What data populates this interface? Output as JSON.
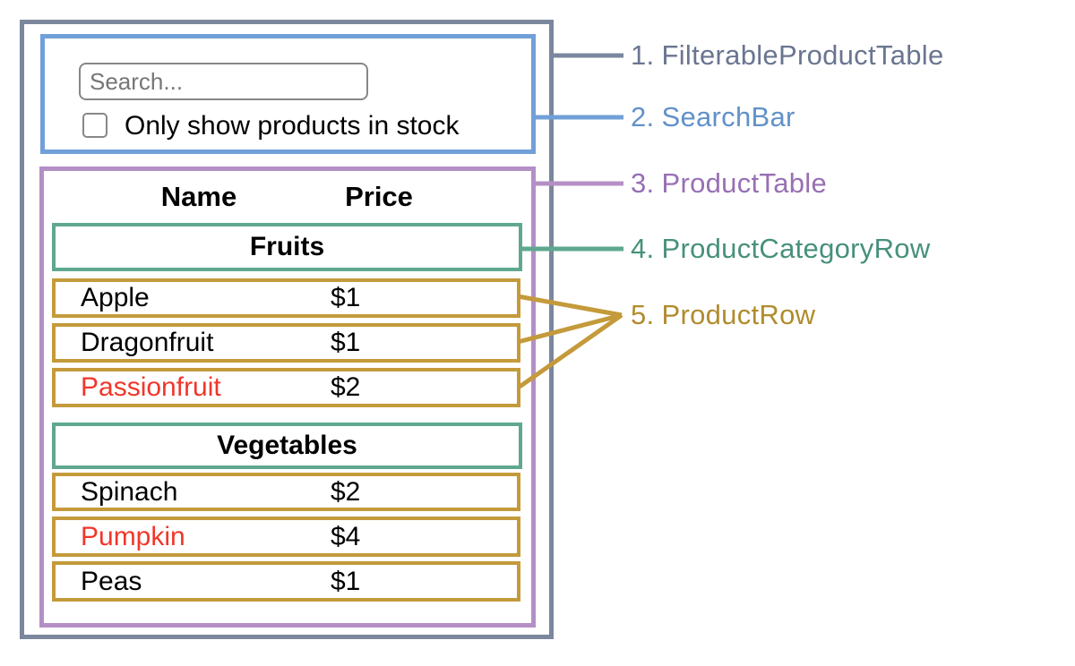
{
  "colors": {
    "outer_border": "#7b879d",
    "searchbar_border": "#71a0d8",
    "product_table_border": "#b48fc6",
    "category_row_border": "#5fa88f",
    "product_row_border": "#c49a3b",
    "out_of_stock_text": "#f1362a",
    "label_1": "#6a7590",
    "label_2": "#6191c9",
    "label_3": "#986fb4",
    "label_4": "#47907c",
    "label_5": "#b08c2d"
  },
  "search_bar": {
    "placeholder": "Search...",
    "checkbox_label": "Only show products in stock",
    "checkbox_checked": false
  },
  "table": {
    "headers": {
      "name": "Name",
      "price": "Price"
    },
    "sections": [
      {
        "category": "Fruits",
        "rows": [
          {
            "name": "Apple",
            "price": "$1",
            "out_of_stock": false
          },
          {
            "name": "Dragonfruit",
            "price": "$1",
            "out_of_stock": false
          },
          {
            "name": "Passionfruit",
            "price": "$2",
            "out_of_stock": true
          }
        ]
      },
      {
        "category": "Vegetables",
        "rows": [
          {
            "name": "Spinach",
            "price": "$2",
            "out_of_stock": false
          },
          {
            "name": "Pumpkin",
            "price": "$4",
            "out_of_stock": true
          },
          {
            "name": "Peas",
            "price": "$1",
            "out_of_stock": false
          }
        ]
      }
    ]
  },
  "annotations": [
    {
      "number": "1.",
      "label": "FilterableProductTable"
    },
    {
      "number": "2.",
      "label": "SearchBar"
    },
    {
      "number": "3.",
      "label": "ProductTable"
    },
    {
      "number": "4.",
      "label": "ProductCategoryRow"
    },
    {
      "number": "5.",
      "label": "ProductRow"
    }
  ]
}
